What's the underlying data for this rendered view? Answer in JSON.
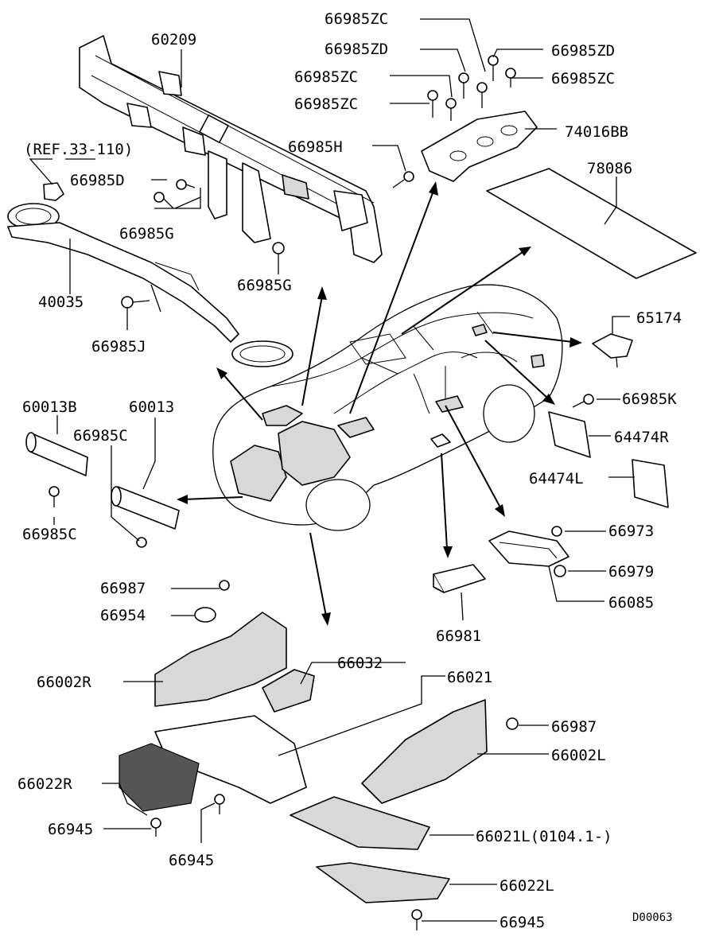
{
  "diagram_code": "D00063",
  "labels": {
    "p60209": "60209",
    "ref": "(REF.33-110)",
    "p66985D_a": "66985D",
    "p66985G_a": "66985G",
    "p66985G_b": "66985G",
    "p40035": "40035",
    "p66985J": "66985J",
    "p66985ZC_1": "66985ZC",
    "p66985ZD_1": "66985ZD",
    "p66985ZD_2": "66985ZD",
    "p66985ZC_2": "66985ZC",
    "p66985ZC_3": "66985ZC",
    "p66985ZC_4": "66985ZC",
    "p74016BB": "74016BB",
    "p66985H": "66985H",
    "p78086": "78086",
    "p65174": "65174",
    "p66985K": "66985K",
    "p64474R": "64474R",
    "p64474L": "64474L",
    "p60013B": "60013B",
    "p60013": "60013",
    "p66985C_a": "66985C",
    "p66985C_b": "66985C",
    "p66973": "66973",
    "p66979": "66979",
    "p66085": "66085",
    "p66981": "66981",
    "p66987_a": "66987",
    "p66954": "66954",
    "p66002R": "66002R",
    "p66032": "66032",
    "p66021": "66021",
    "p66987_b": "66987",
    "p66002L": "66002L",
    "p66022R": "66022R",
    "p66945_a": "66945",
    "p66945_b": "66945",
    "p66021L": "66021L(0104.1-)",
    "p66022L": "66022L",
    "p66945_c": "66945"
  }
}
